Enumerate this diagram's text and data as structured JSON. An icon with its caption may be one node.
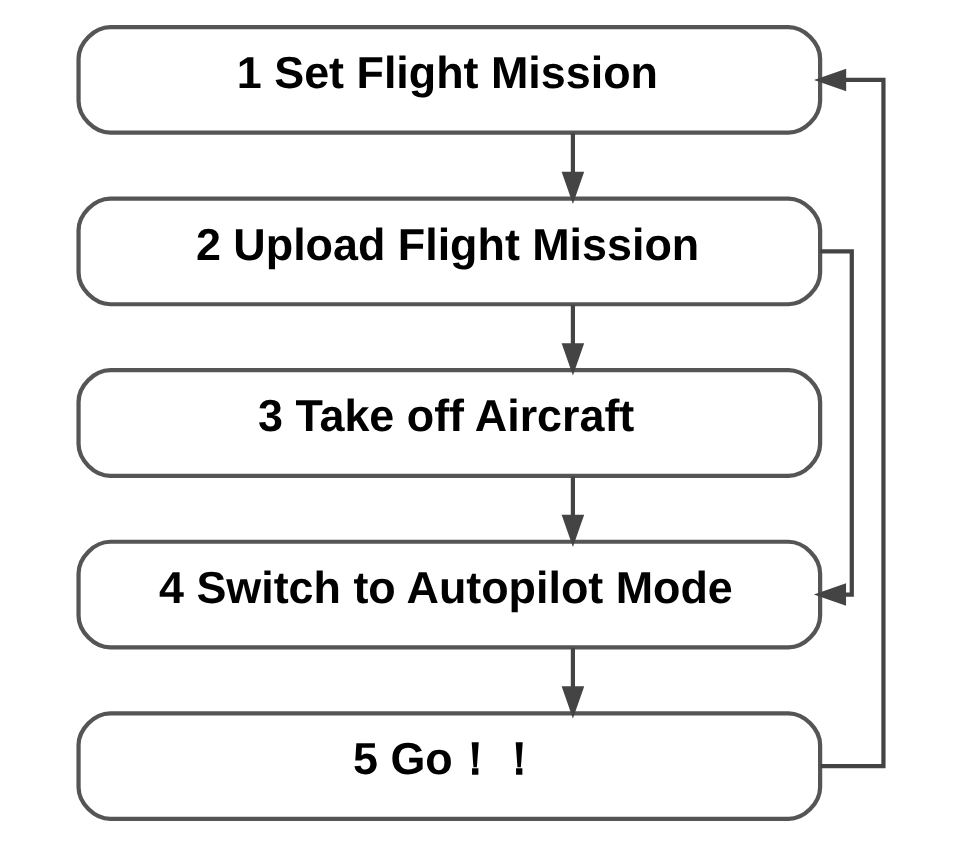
{
  "diagram": {
    "nodes": [
      {
        "text": [
          "1 Set Flight Mission"
        ]
      },
      {
        "text": [
          "2 Upload Flight Mission"
        ]
      },
      {
        "text": [
          "3 Take off Aircraft"
        ]
      },
      {
        "text": [
          "4 Switch to Autopilot Mode"
        ]
      },
      {
        "text": [
          "5 Go！！"
        ]
      }
    ],
    "edges": [
      {
        "from": 0,
        "to": 1,
        "arrow": "to"
      },
      {
        "from": 1,
        "to": 2,
        "arrow": "to"
      },
      {
        "from": 2,
        "to": 3,
        "arrow": "to"
      },
      {
        "from": 1,
        "to": 3,
        "arrow": "to"
      },
      {
        "from": 3,
        "to": 4,
        "arrow": "to"
      },
      {
        "from": 4,
        "to": 0,
        "arrow": "to"
      }
    ]
  }
}
